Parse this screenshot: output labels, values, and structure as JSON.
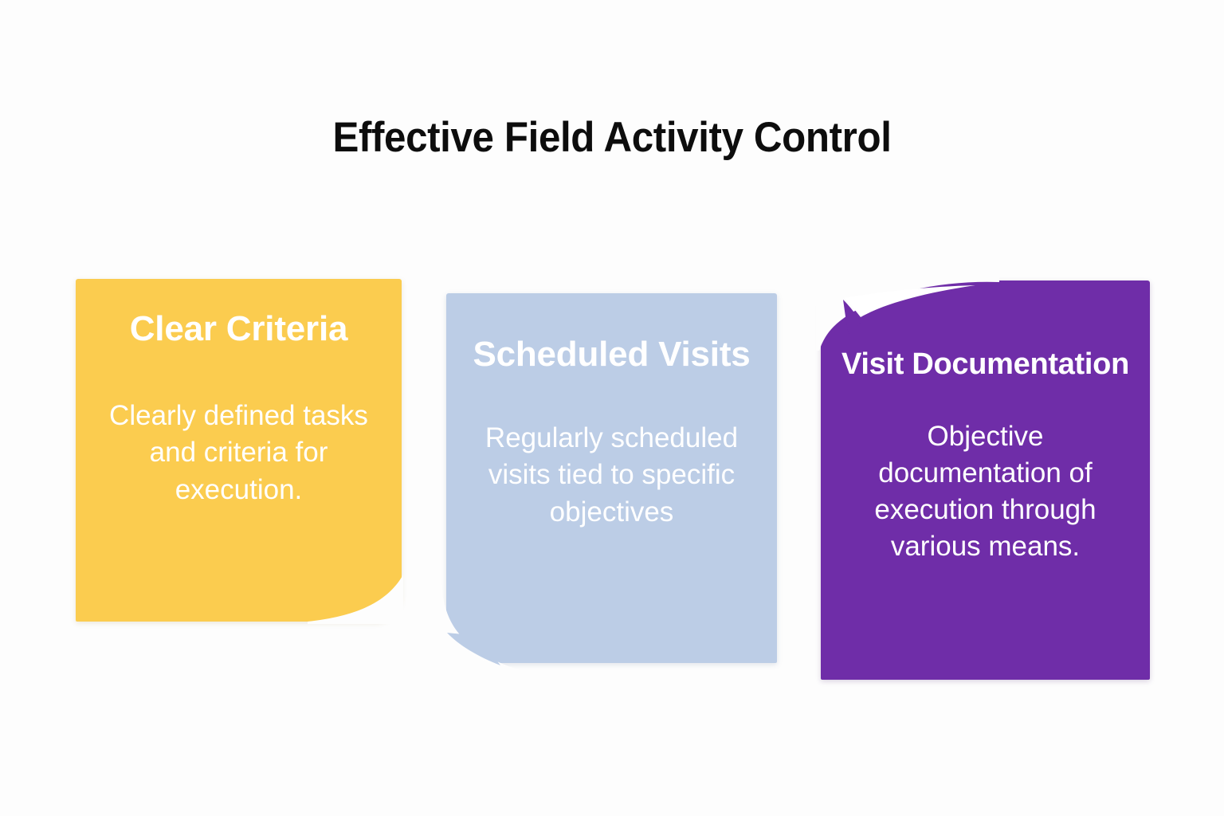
{
  "page": {
    "title": "Effective Field Activity Control",
    "background_color": "#fdfdfd",
    "title_color": "#0d0d0d"
  },
  "cards": [
    {
      "id": "clear-criteria",
      "title": "Clear Criteria",
      "body": "Clearly defined tasks and criteria for execution.",
      "color": "#fbcc4f",
      "text_color": "#ffffff",
      "fold_corner": "bottom-right"
    },
    {
      "id": "scheduled-visits",
      "title": "Scheduled Visits",
      "body": "Regularly scheduled visits tied to specific objectives",
      "color": "#bccde6",
      "text_color": "#ffffff",
      "fold_corner": "bottom-left"
    },
    {
      "id": "visit-documentation",
      "title": "Visit Documentation",
      "body": "Objective documentation of execution through various means.",
      "color": "#6f2da8",
      "text_color": "#ffffff",
      "fold_corner": "top-left"
    }
  ]
}
